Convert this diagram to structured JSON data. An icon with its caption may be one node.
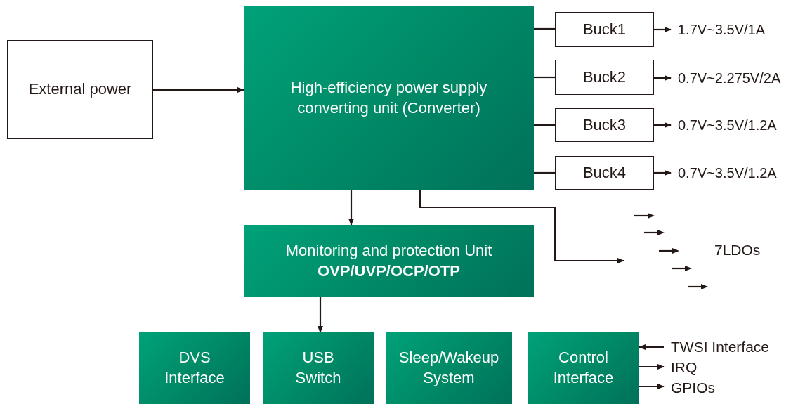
{
  "diagram": {
    "nodes": [
      {
        "text": [
          "External power"
        ]
      },
      {
        "text": [
          "High-efficiency power supply converting unit (Converter)"
        ]
      },
      {
        "text": [
          "Buck1"
        ]
      },
      {
        "text": [
          "Buck2"
        ]
      },
      {
        "text": [
          "Buck3"
        ]
      },
      {
        "text": [
          "Buck4"
        ]
      },
      {
        "text": [
          "1.7V~3.5V/1A"
        ]
      },
      {
        "text": [
          "0.7V~2.275V/2A"
        ]
      },
      {
        "text": [
          "0.7V~3.5V/1.2A"
        ]
      },
      {
        "text": [
          "0.7V~3.5V/1.2A"
        ]
      },
      {
        "text": [
          "Monitoring and protection Unit",
          "OVP/UVP/OCP/OTP"
        ]
      },
      {
        "text": [
          "DVS Interface"
        ]
      },
      {
        "text": [
          "USB Switch"
        ]
      },
      {
        "text": [
          "Sleep/Wakeup System"
        ]
      },
      {
        "text": [
          "Control Interface"
        ]
      },
      {
        "text": [
          "TWSI Interface"
        ]
      },
      {
        "text": [
          "IRQ"
        ]
      },
      {
        "text": [
          "GPIOs"
        ]
      }
    ],
    "edges": [
      {
        "from": 0,
        "to": 1,
        "arrow": "to"
      },
      {
        "from": 1,
        "to": 2,
        "arrow": "none"
      },
      {
        "from": 1,
        "to": 3,
        "arrow": "none"
      },
      {
        "from": 1,
        "to": 4,
        "arrow": "none"
      },
      {
        "from": 1,
        "to": 5,
        "arrow": "none"
      },
      {
        "from": 2,
        "to": 6,
        "arrow": "to"
      },
      {
        "from": 3,
        "to": 7,
        "arrow": "to"
      },
      {
        "from": 4,
        "to": 8,
        "arrow": "to"
      },
      {
        "from": 5,
        "to": 9,
        "arrow": "to"
      },
      {
        "from": 1,
        "to": 10,
        "arrow": "to"
      },
      {
        "from": 1,
        "to": null,
        "arrow": "to"
      },
      {
        "from": 10,
        "to": 12,
        "arrow": "to"
      },
      {
        "from": 15,
        "to": 14,
        "arrow": "to"
      },
      {
        "from": 14,
        "to": 16,
        "arrow": "to"
      },
      {
        "from": 14,
        "to": 17,
        "arrow": "to"
      }
    ],
    "labels": [
      "7LDOs"
    ]
  }
}
